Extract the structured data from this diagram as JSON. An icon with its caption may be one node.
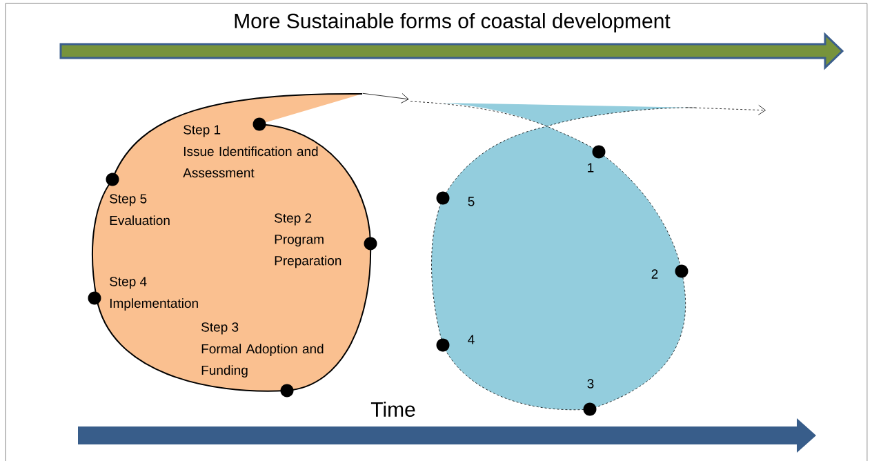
{
  "diagram": {
    "nodes": [
      {
        "text": [
          "Step 1",
          "Issue Identification and Assessment",
          "Step 5",
          "Evaluation",
          "Step 2",
          "Program Preparation",
          "Step 4",
          "Implementation",
          "Step 3",
          "Formal Adoption and Funding"
        ]
      },
      {
        "text": [
          "1",
          "5",
          "2",
          "4",
          "3"
        ]
      }
    ],
    "edges": [
      {
        "from": 0,
        "to": 1,
        "arrow": "to"
      },
      {
        "from": 1,
        "to": null,
        "arrow": "to",
        "style": "dashed"
      }
    ],
    "labels": [
      "More Sustainable forms of coastal development",
      "Time"
    ]
  }
}
